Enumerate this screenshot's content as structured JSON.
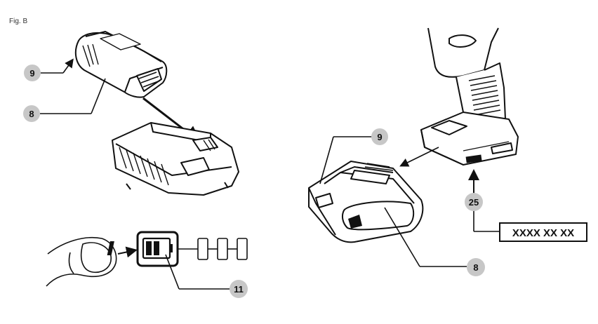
{
  "figure": {
    "label": "Fig. B"
  },
  "callouts": [
    {
      "id": "c9a",
      "text": "9"
    },
    {
      "id": "c8a",
      "text": "8"
    },
    {
      "id": "c11",
      "text": "11"
    },
    {
      "id": "c9b",
      "text": "9"
    },
    {
      "id": "c25",
      "text": "25"
    },
    {
      "id": "c8b",
      "text": "8"
    }
  ],
  "date_code_box": {
    "text": "XXXX XX XX"
  },
  "colors": {
    "callout_fill": "#c7c7c7",
    "line": "#111111"
  }
}
